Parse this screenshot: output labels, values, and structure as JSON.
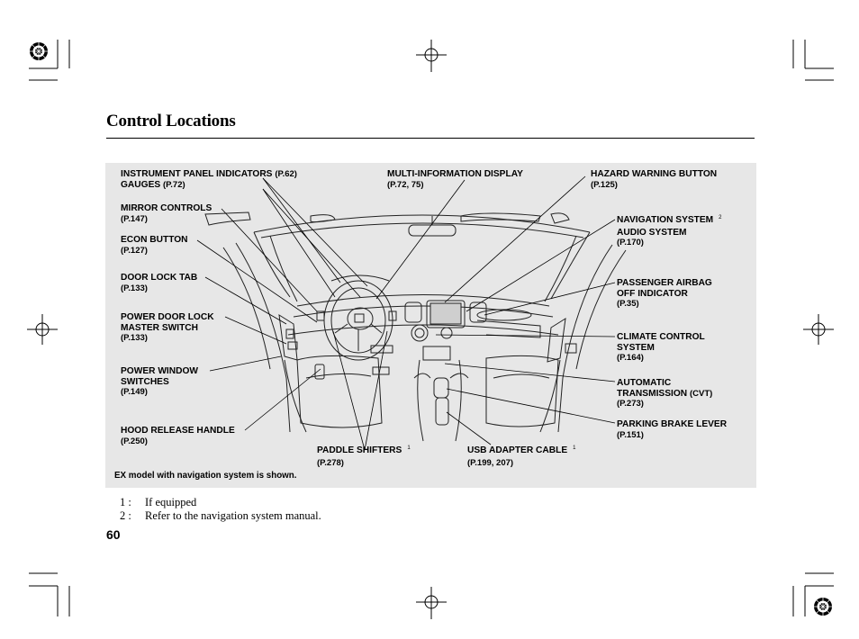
{
  "page": {
    "title": "Control Locations",
    "page_number": "60"
  },
  "labels": {
    "instrument_panel": {
      "line1": "INSTRUMENT PANEL INDICATORS",
      "ref1": "(P.62)",
      "line2": "GAUGES",
      "ref2": "(P.72)"
    },
    "multi_info": {
      "line1": "MULTI-INFORMATION DISPLAY",
      "ref": "(P.72, 75)"
    },
    "hazard": {
      "line1": "HAZARD WARNING BUTTON",
      "ref": "(P.125)"
    },
    "mirror": {
      "line1": "MIRROR CONTROLS",
      "ref": "(P.147)"
    },
    "econ": {
      "line1": "ECON BUTTON",
      "ref": "(P.127)"
    },
    "door_lock_tab": {
      "line1": "DOOR LOCK TAB",
      "ref": "(P.133)"
    },
    "power_door_lock": {
      "line1": "POWER DOOR LOCK",
      "line2": "MASTER SWITCH",
      "ref": "(P.133)"
    },
    "power_window": {
      "line1": "POWER WINDOW",
      "line2": "SWITCHES",
      "ref": "(P.149)"
    },
    "hood_release": {
      "line1": "HOOD RELEASE HANDLE",
      "ref": "(P.250)"
    },
    "paddle": {
      "line1": "PADDLE SHIFTERS",
      "sup": "1",
      "ref": "(P.278)"
    },
    "usb": {
      "line1": "USB ADAPTER CABLE",
      "sup": "1",
      "ref": "(P.199, 207)"
    },
    "navigation": {
      "line1": "NAVIGATION SYSTEM",
      "sup": "2",
      "line2": "AUDIO SYSTEM",
      "ref": "(P.170)"
    },
    "airbag": {
      "line1": "PASSENGER AIRBAG",
      "line2": "OFF INDICATOR",
      "ref": "(P.35)"
    },
    "climate": {
      "line1": "CLIMATE CONTROL",
      "line2": "SYSTEM",
      "ref": "(P.164)"
    },
    "automatic": {
      "line1": "AUTOMATIC",
      "line2": "TRANSMISSION",
      "ref": "(CVT)",
      "ref2": "(P.273)"
    },
    "parking": {
      "line1": "PARKING BRAKE LEVER",
      "ref": "(P.151)"
    }
  },
  "caption": "EX model with navigation system is shown.",
  "footnotes": [
    {
      "key": "1 :",
      "text": "If equipped"
    },
    {
      "key": "2 :",
      "text": "Refer to the navigation system manual."
    }
  ]
}
